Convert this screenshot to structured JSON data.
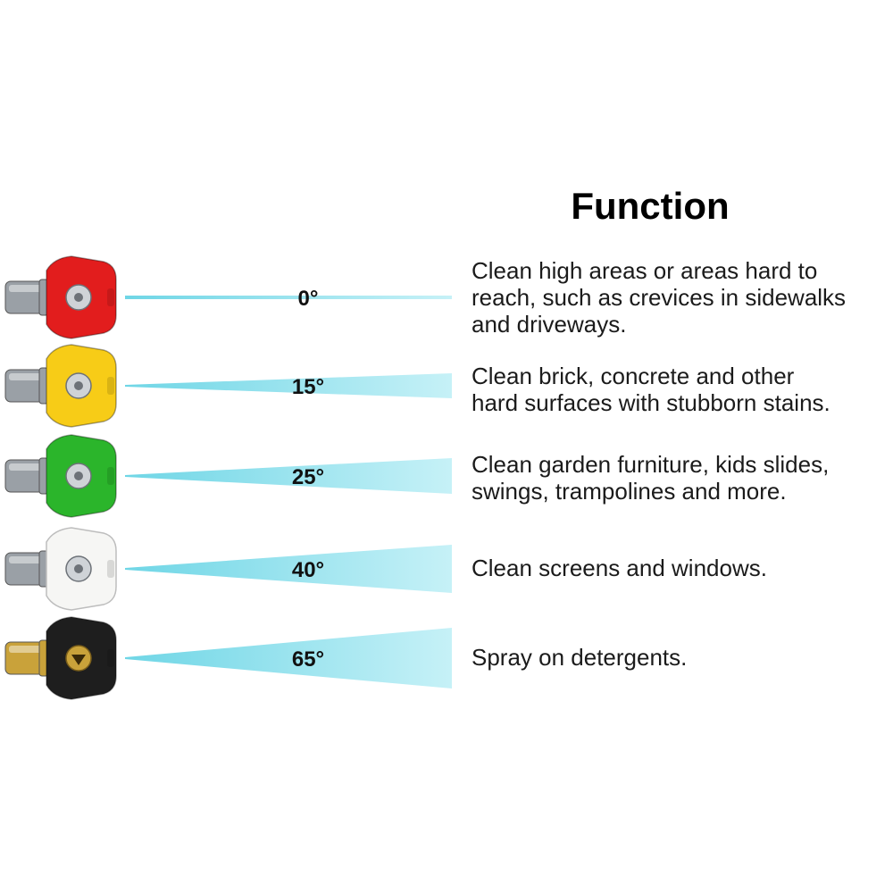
{
  "heading": "Function",
  "nozzle_colors": {
    "red": "#e21d1d",
    "yellow": "#f7cc17",
    "green": "#2bb52b",
    "white": "#f6f6f4",
    "black": "#1e1e1e",
    "steel": "#9aa0a6",
    "brass": "#c9a23a",
    "spray": "#6fd6e6"
  },
  "rows": [
    {
      "angle_label": "0°",
      "nozzle": "red",
      "spray_angle_deg": 0,
      "description": [
        "Clean high areas or areas hard to",
        "reach, such as crevices in sidewalks",
        "and driveways."
      ]
    },
    {
      "angle_label": "15°",
      "nozzle": "yellow",
      "spray_angle_deg": 15,
      "description": [
        "Clean brick, concrete and other",
        "hard surfaces with stubborn stains."
      ]
    },
    {
      "angle_label": "25°",
      "nozzle": "green",
      "spray_angle_deg": 25,
      "description": [
        "Clean garden furniture, kids slides,",
        "swings, trampolines and more."
      ]
    },
    {
      "angle_label": "40°",
      "nozzle": "white",
      "spray_angle_deg": 40,
      "description": [
        "Clean screens and windows."
      ]
    },
    {
      "angle_label": "65°",
      "nozzle": "black",
      "spray_angle_deg": 65,
      "description": [
        "Spray on detergents."
      ]
    }
  ]
}
